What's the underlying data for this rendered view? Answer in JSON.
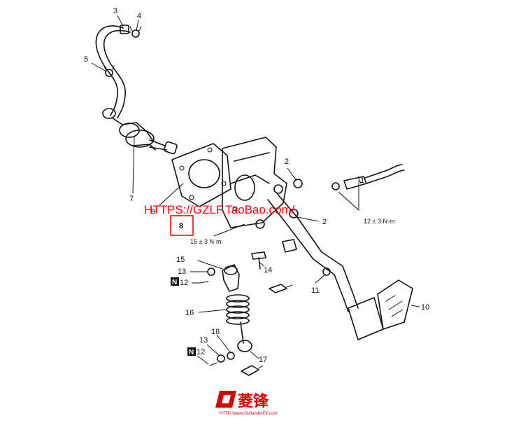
{
  "diagram": {
    "callouts": [
      {
        "id": "c1",
        "text": "1"
      },
      {
        "id": "c2a",
        "text": "2"
      },
      {
        "id": "c2b",
        "text": "2"
      },
      {
        "id": "c3",
        "text": "3"
      },
      {
        "id": "c4",
        "text": "4"
      },
      {
        "id": "c5",
        "text": "5"
      },
      {
        "id": "c7",
        "text": "7"
      },
      {
        "id": "c8",
        "text": "8"
      },
      {
        "id": "c9",
        "text": "9"
      },
      {
        "id": "c10",
        "text": "10"
      },
      {
        "id": "c11",
        "text": "11"
      },
      {
        "id": "c12a",
        "text": "12"
      },
      {
        "id": "c12b",
        "text": "12"
      },
      {
        "id": "c13a",
        "text": "13"
      },
      {
        "id": "c13b",
        "text": "13"
      },
      {
        "id": "c14",
        "text": "14"
      },
      {
        "id": "c15",
        "text": "15"
      },
      {
        "id": "c16",
        "text": "16"
      },
      {
        "id": "c17",
        "text": "17"
      },
      {
        "id": "c18",
        "text": "18"
      }
    ],
    "new_part_badge": "N",
    "torques": {
      "pedal": "12 ± 3 N·m",
      "bracket": "15 ± 3 N·m"
    },
    "watermark": "HTTPS://GZLF.TaoBao.com/",
    "logo": {
      "text": "菱锋",
      "url": "HTTP://www.OutlanderEX.com"
    },
    "colors": {
      "line": "#111111",
      "watermark": "#ff0000",
      "highlight_box": "#e00000",
      "logo": "#d40000"
    }
  }
}
